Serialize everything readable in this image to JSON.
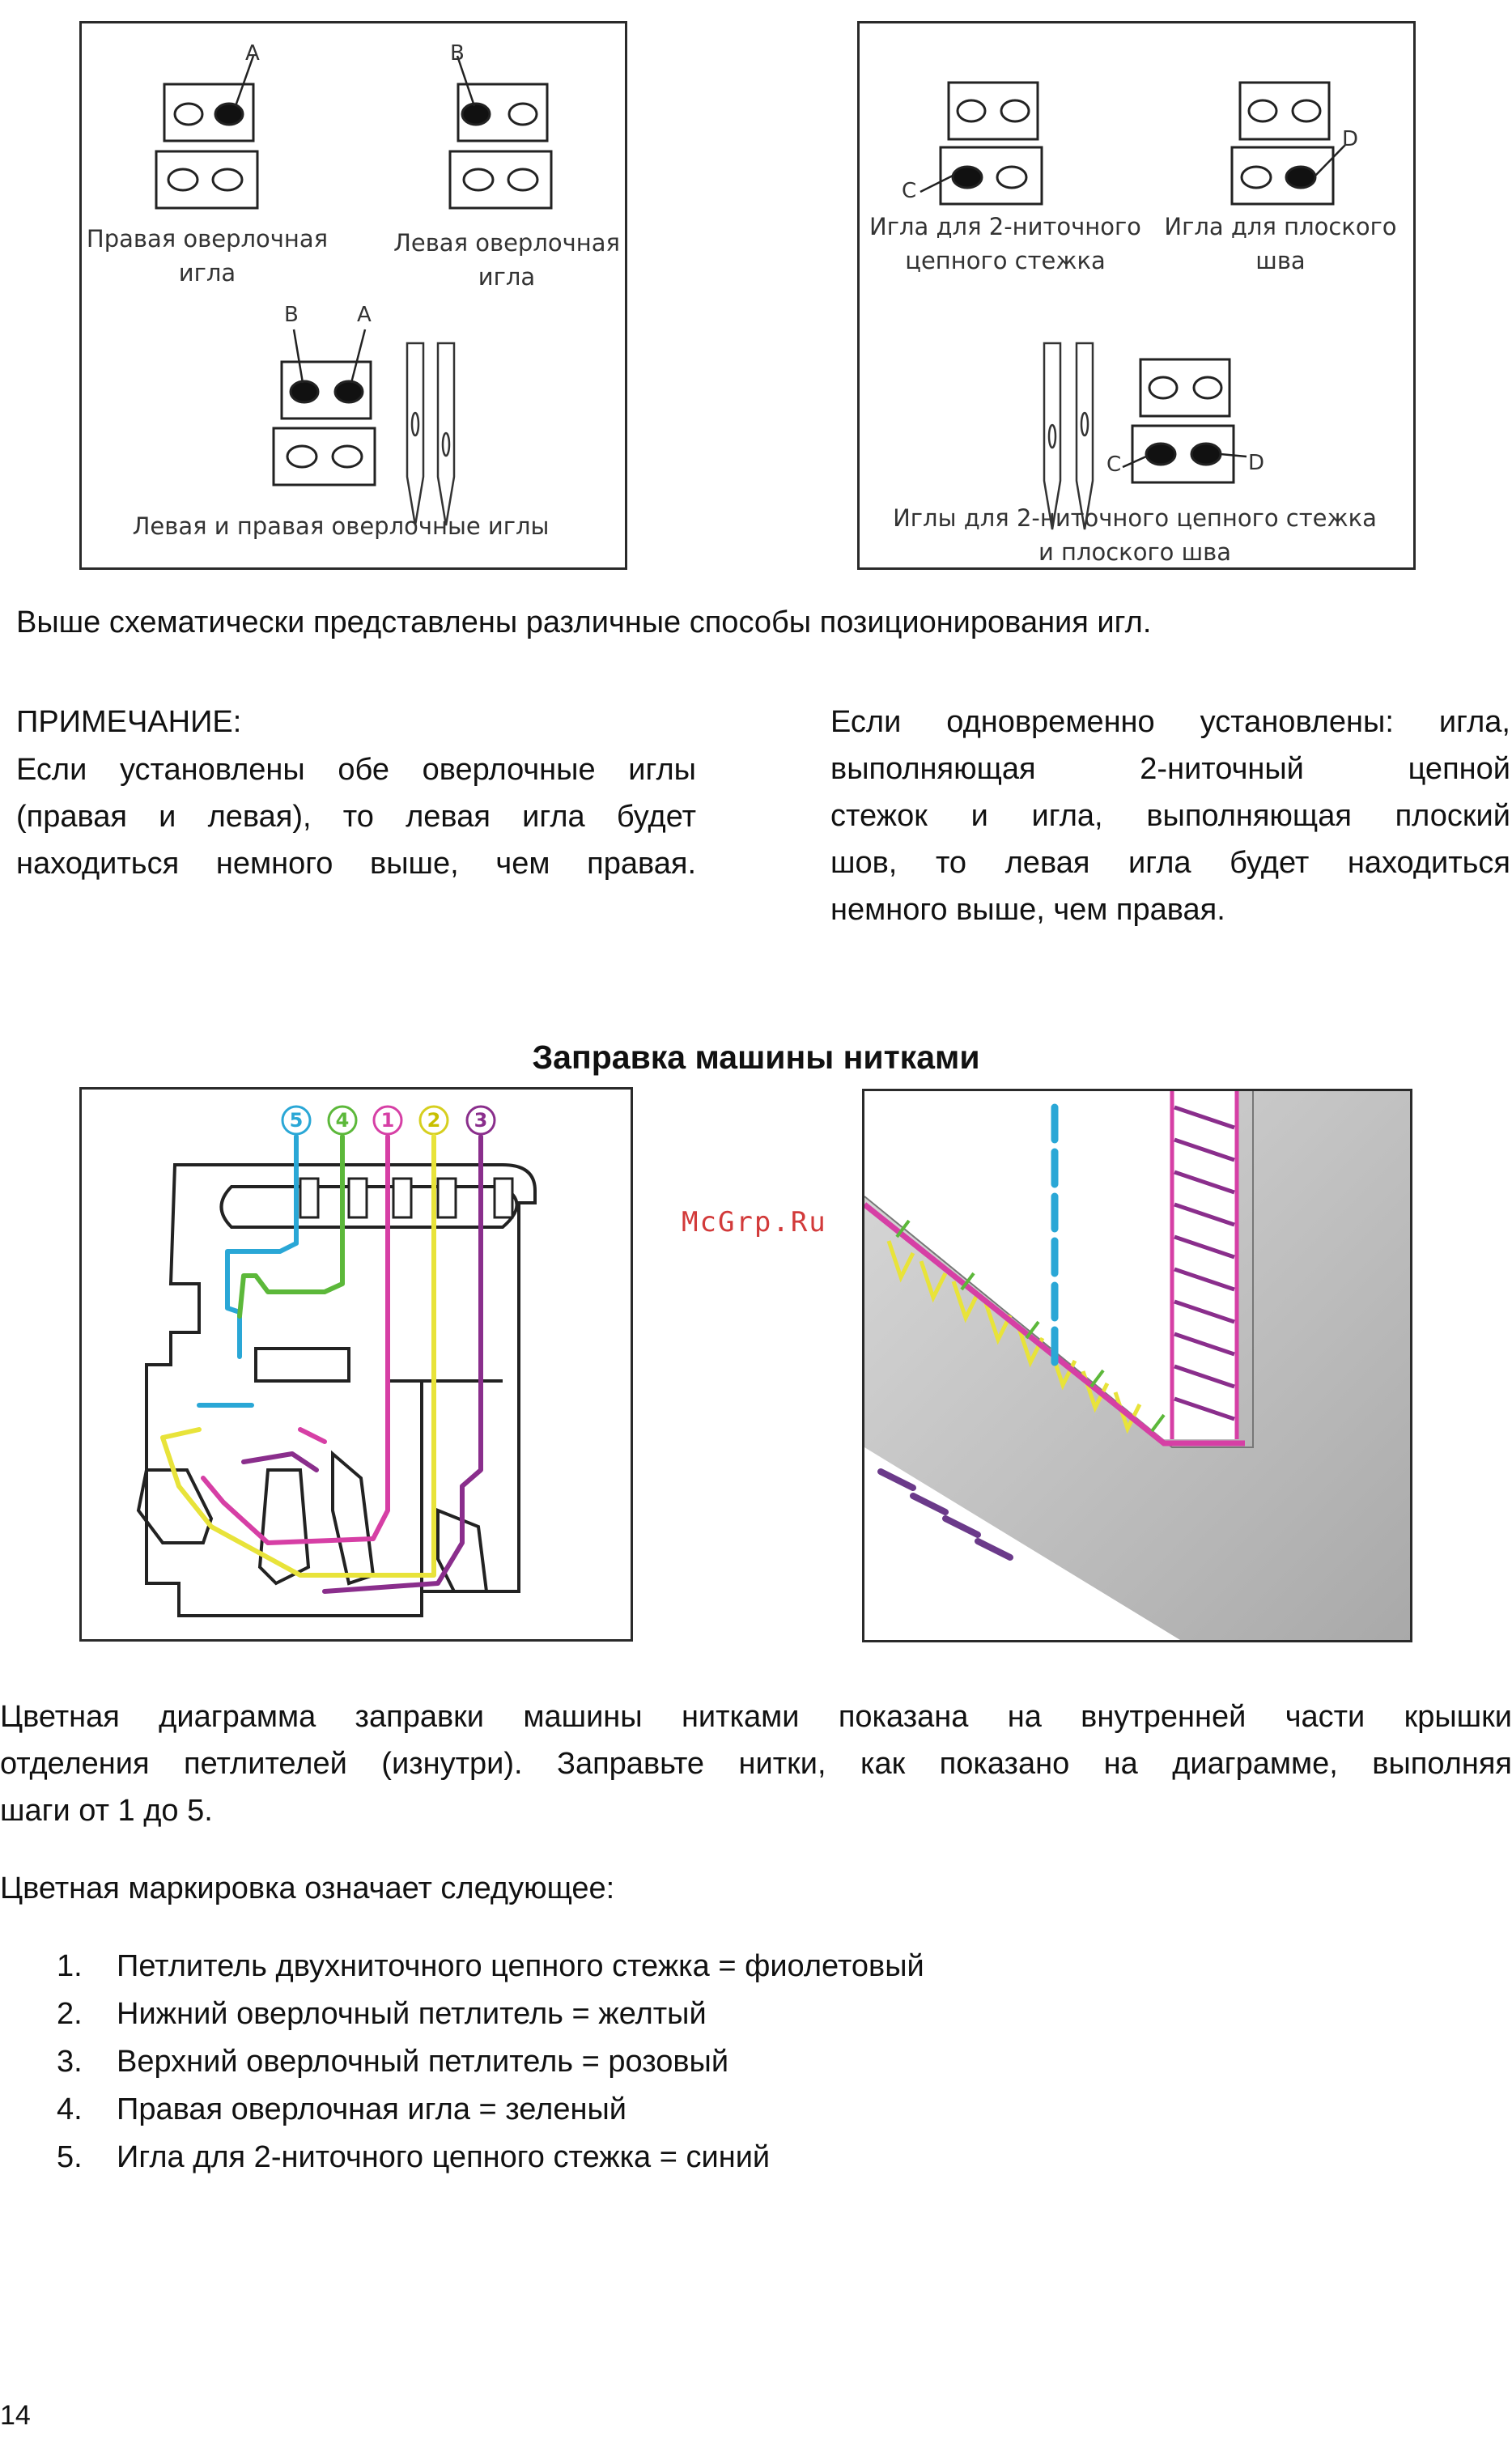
{
  "figures": {
    "left_top": {
      "labels": {
        "a": "A",
        "b": "B",
        "b2": "B",
        "a2": "A"
      },
      "captions": {
        "right_needle_1": "Правая оверлочная",
        "right_needle_2": "игла",
        "left_needle_1": "Левая оверлочная",
        "left_needle_2": "игла",
        "both_needles": "Левая и правая оверлочные иглы"
      }
    },
    "right_top": {
      "labels": {
        "c": "C",
        "d": "D",
        "c2": "C",
        "d2": "D"
      },
      "captions": {
        "chain_needle_1": "Игла для 2-ниточного",
        "chain_needle_2": "цепного стежка",
        "flat_needle_1": "Игла для плоского",
        "flat_needle_2": "шва",
        "both_1": "Иглы для 2-ниточного цепного стежка",
        "both_2": "и плоского шва"
      }
    },
    "threading": {
      "numbers": [
        "5",
        "4",
        "1",
        "2",
        "3"
      ],
      "colors": {
        "n5": "#2aa7d6",
        "n4": "#5cb83a",
        "n1": "#d63fa5",
        "n2": "#e8e33a",
        "n3": "#8a2e8c"
      }
    }
  },
  "text": {
    "intro": "Выше схематически представлены различные способы позиционирования игл.",
    "note_title": "ПРИМЕЧАНИЕ:",
    "note_left": [
      "Если установлены обе оверлочные иглы",
      "(правая и левая), то левая игла будет",
      "находиться немного выше, чем правая."
    ],
    "note_right": [
      "Если одновременно установлены: игла,",
      "выполняющая 2-ниточный цепной",
      "стежок и игла, выполняющая плоский",
      "шов, то левая игла будет находиться",
      "немного выше, чем правая."
    ],
    "heading": "Заправка машины нитками",
    "watermark": "McGrp.Ru",
    "para1": [
      "Цветная диаграмма заправки машины нитками показана на внутренней части крышки",
      "отделения петлителей (изнутри). Заправьте нитки, как показано на диаграмме, выполняя",
      "шаги от 1 до 5."
    ],
    "para2": "Цветная маркировка означает следующее:",
    "steps": [
      {
        "n": "1.",
        "text": "Петлитель двухниточного цепного стежка = фиолетовый"
      },
      {
        "n": "2.",
        "text": "Нижний оверлочный петлитель = желтый"
      },
      {
        "n": "3.",
        "text": "Верхний оверлочный петлитель = розовый"
      },
      {
        "n": "4.",
        "text": "Правая оверлочная игла = зеленый"
      },
      {
        "n": "5.",
        "text": "Игла для 2-ниточного цепного стежка = синий"
      }
    ],
    "page_number": "14"
  }
}
